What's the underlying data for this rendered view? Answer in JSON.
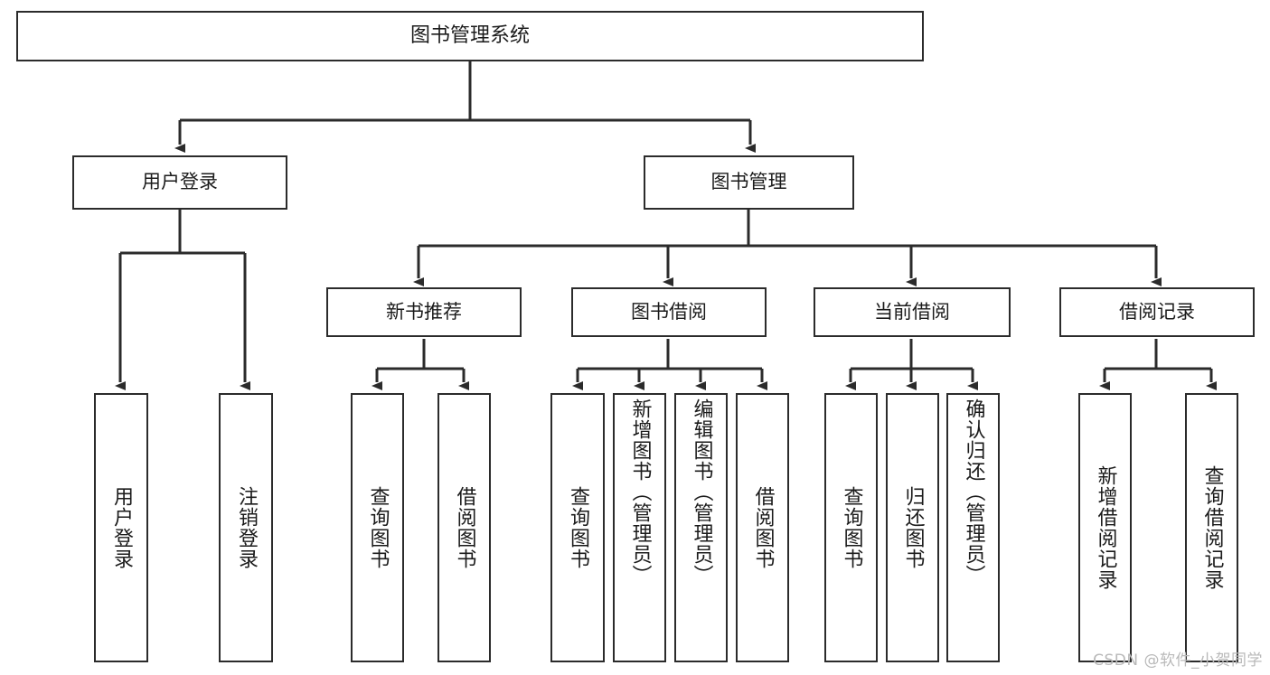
{
  "diagram": {
    "title": "图书管理系统",
    "type": "tree-hierarchy",
    "watermark": "CSDN @软件_小贺同学",
    "colors": {
      "box_border": "#2b2b2b",
      "box_fill": "#ffffff",
      "line": "#2b2b2b",
      "text": "#1b1b1b",
      "watermark": "#b9b9b9"
    },
    "nodes": {
      "root": {
        "label": "图书管理系统"
      },
      "level1": [
        {
          "label": "用户登录"
        },
        {
          "label": "图书管理"
        }
      ],
      "level2": [
        {
          "label": "新书推荐"
        },
        {
          "label": "图书借阅"
        },
        {
          "label": "当前借阅"
        },
        {
          "label": "借阅记录"
        }
      ],
      "leaves": {
        "user_login": [
          {
            "label": "用户登录"
          },
          {
            "label": "注销登录"
          }
        ],
        "new_book_recommend": [
          {
            "label": "查询图书"
          },
          {
            "label": "借阅图书"
          }
        ],
        "book_borrow": [
          {
            "label": "查询图书"
          },
          {
            "label": "新增图书（管理员）"
          },
          {
            "label": "编辑图书（管理员）"
          },
          {
            "label": "借阅图书"
          }
        ],
        "current_borrow": [
          {
            "label": "查询图书"
          },
          {
            "label": "归还图书"
          },
          {
            "label": "确认归还（管理员）"
          }
        ],
        "borrow_record": [
          {
            "label": "新增借阅记录"
          },
          {
            "label": "查询借阅记录"
          }
        ]
      }
    }
  }
}
